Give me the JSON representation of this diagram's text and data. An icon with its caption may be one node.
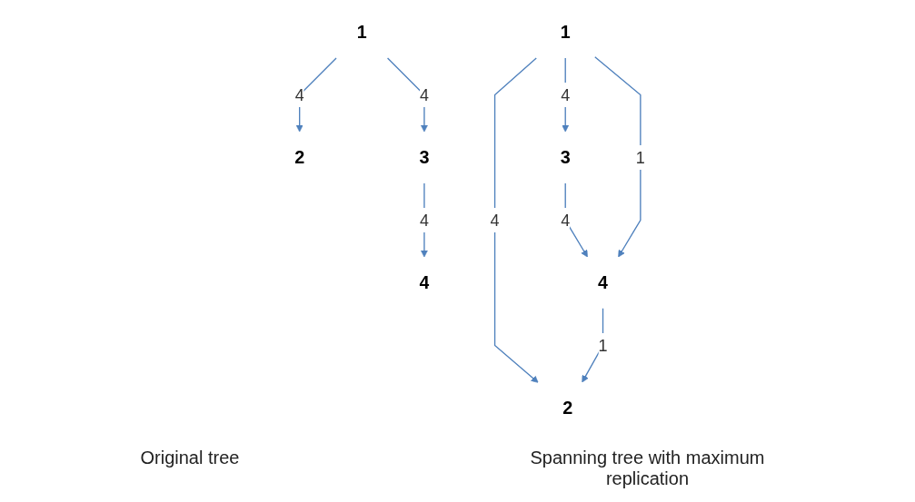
{
  "diagram": {
    "nodes": [
      {
        "text": [
          "1"
        ]
      },
      {
        "text": [
          "2"
        ]
      },
      {
        "text": [
          "3"
        ]
      },
      {
        "text": [
          "4"
        ]
      },
      {
        "text": [
          "1"
        ]
      },
      {
        "text": [
          "2"
        ]
      },
      {
        "text": [
          "3"
        ]
      },
      {
        "text": [
          "4"
        ]
      }
    ],
    "edges": [
      {
        "from": 0,
        "to": 1,
        "arrow": "to",
        "label": "4"
      },
      {
        "from": 0,
        "to": 2,
        "arrow": "to",
        "label": "4"
      },
      {
        "from": 0,
        "to": 3,
        "arrow": "to",
        "label": "1"
      },
      {
        "from": 2,
        "to": 3,
        "arrow": "to",
        "label": "4"
      },
      {
        "from": 3,
        "to": 1,
        "arrow": "to",
        "label": "1"
      },
      {
        "from": 4,
        "to": 5,
        "arrow": "to",
        "label": "4"
      },
      {
        "from": 4,
        "to": 6,
        "arrow": "to",
        "label": "4"
      },
      {
        "from": 6,
        "to": 7,
        "arrow": "to",
        "label": "4"
      }
    ],
    "labels": [
      "Original tree",
      "Spanning tree with maximum replication"
    ]
  }
}
